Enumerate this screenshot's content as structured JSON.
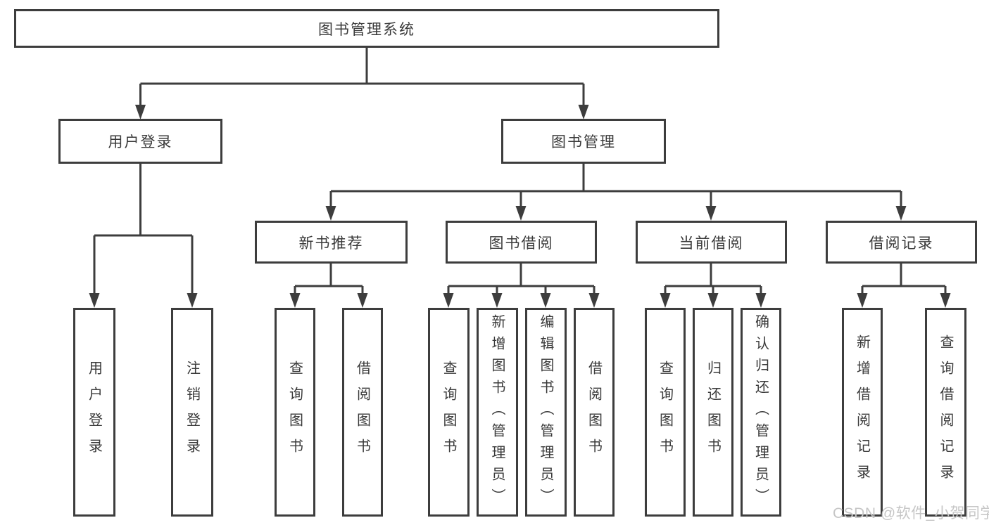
{
  "colors": {
    "line": "#3d3d3d",
    "text": "#3a3a3a",
    "background": "#ffffff",
    "watermark_text": "#c6c6c6"
  },
  "tree": {
    "root": "图书管理系统",
    "branches": [
      {
        "label": "用户登录",
        "children": [
          "用户登录",
          "注销登录"
        ]
      },
      {
        "label": "图书管理",
        "groups": [
          {
            "label": "新书推荐",
            "children": [
              "查询图书",
              "借阅图书"
            ]
          },
          {
            "label": "图书借阅",
            "children": [
              "查询图书",
              "新增图书（管理员）",
              "编辑图书（管理员）",
              "借阅图书"
            ]
          },
          {
            "label": "当前借阅",
            "children": [
              "查询图书",
              "归还图书",
              "确认归还（管理员）"
            ]
          },
          {
            "label": "借阅记录",
            "children": [
              "新增借阅记录",
              "查询借阅记录"
            ]
          }
        ]
      }
    ]
  },
  "watermark": "CSDN @软件_小贺同学"
}
